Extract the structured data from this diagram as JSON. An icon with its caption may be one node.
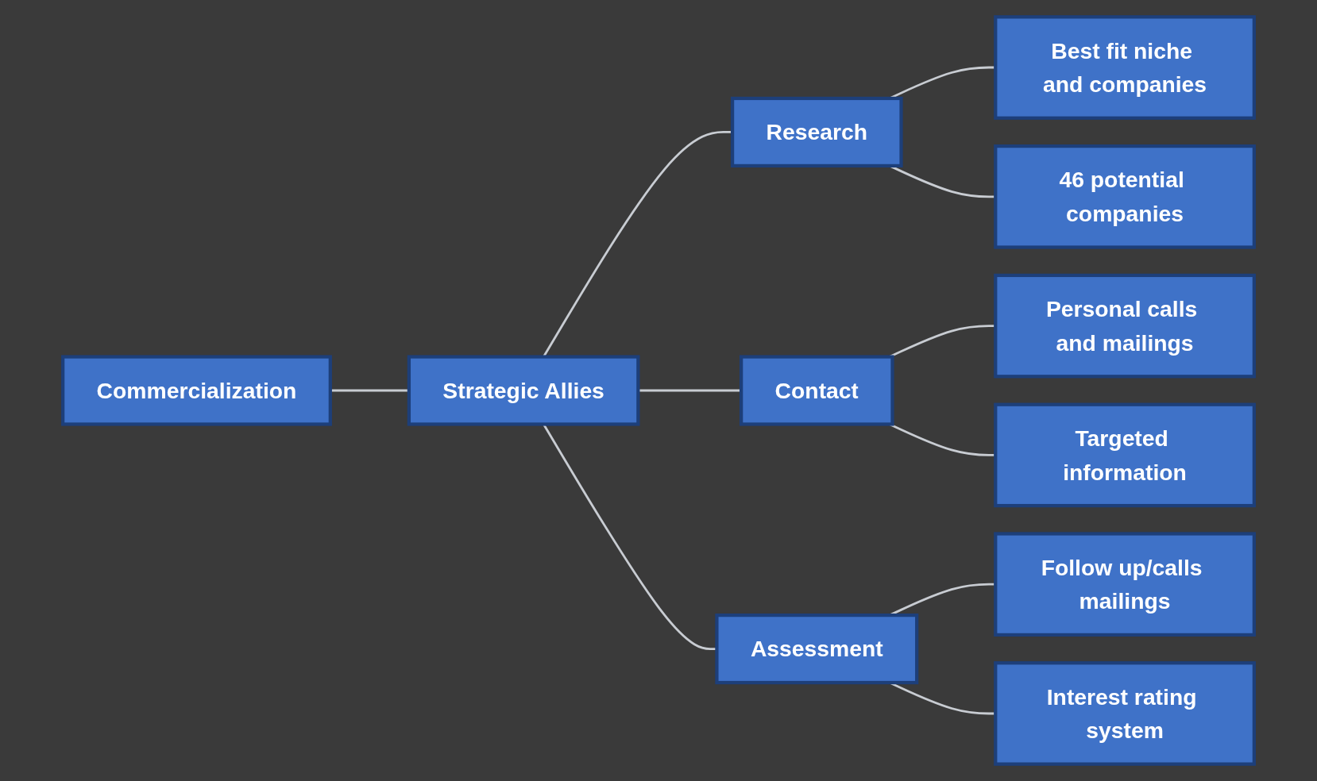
{
  "diagram": {
    "nodes": [
      {
        "text": [
          "Commercialization"
        ]
      },
      {
        "text": [
          "Strategic Allies"
        ]
      },
      {
        "text": [
          "Research"
        ]
      },
      {
        "text": [
          "Contact"
        ]
      },
      {
        "text": [
          "Assessment"
        ]
      },
      {
        "text": [
          "Best fit niche and companies"
        ]
      },
      {
        "text": [
          "46 potential companies"
        ]
      },
      {
        "text": [
          "Personal calls and mailings"
        ]
      },
      {
        "text": [
          "Targeted information"
        ]
      },
      {
        "text": [
          "Follow up/calls mailings"
        ]
      },
      {
        "text": [
          "Interest rating system"
        ]
      }
    ],
    "edges": [
      {
        "from": 0,
        "to": 1,
        "arrow": "none"
      },
      {
        "from": 1,
        "to": 2,
        "arrow": "none"
      },
      {
        "from": 1,
        "to": 3,
        "arrow": "none"
      },
      {
        "from": 1,
        "to": 4,
        "arrow": "none"
      },
      {
        "from": 2,
        "to": 5,
        "arrow": "none"
      },
      {
        "from": 2,
        "to": 6,
        "arrow": "none"
      },
      {
        "from": 3,
        "to": 7,
        "arrow": "none"
      },
      {
        "from": 3,
        "to": 8,
        "arrow": "none"
      },
      {
        "from": 4,
        "to": 9,
        "arrow": "none"
      },
      {
        "from": 4,
        "to": 10,
        "arrow": "none"
      }
    ]
  }
}
